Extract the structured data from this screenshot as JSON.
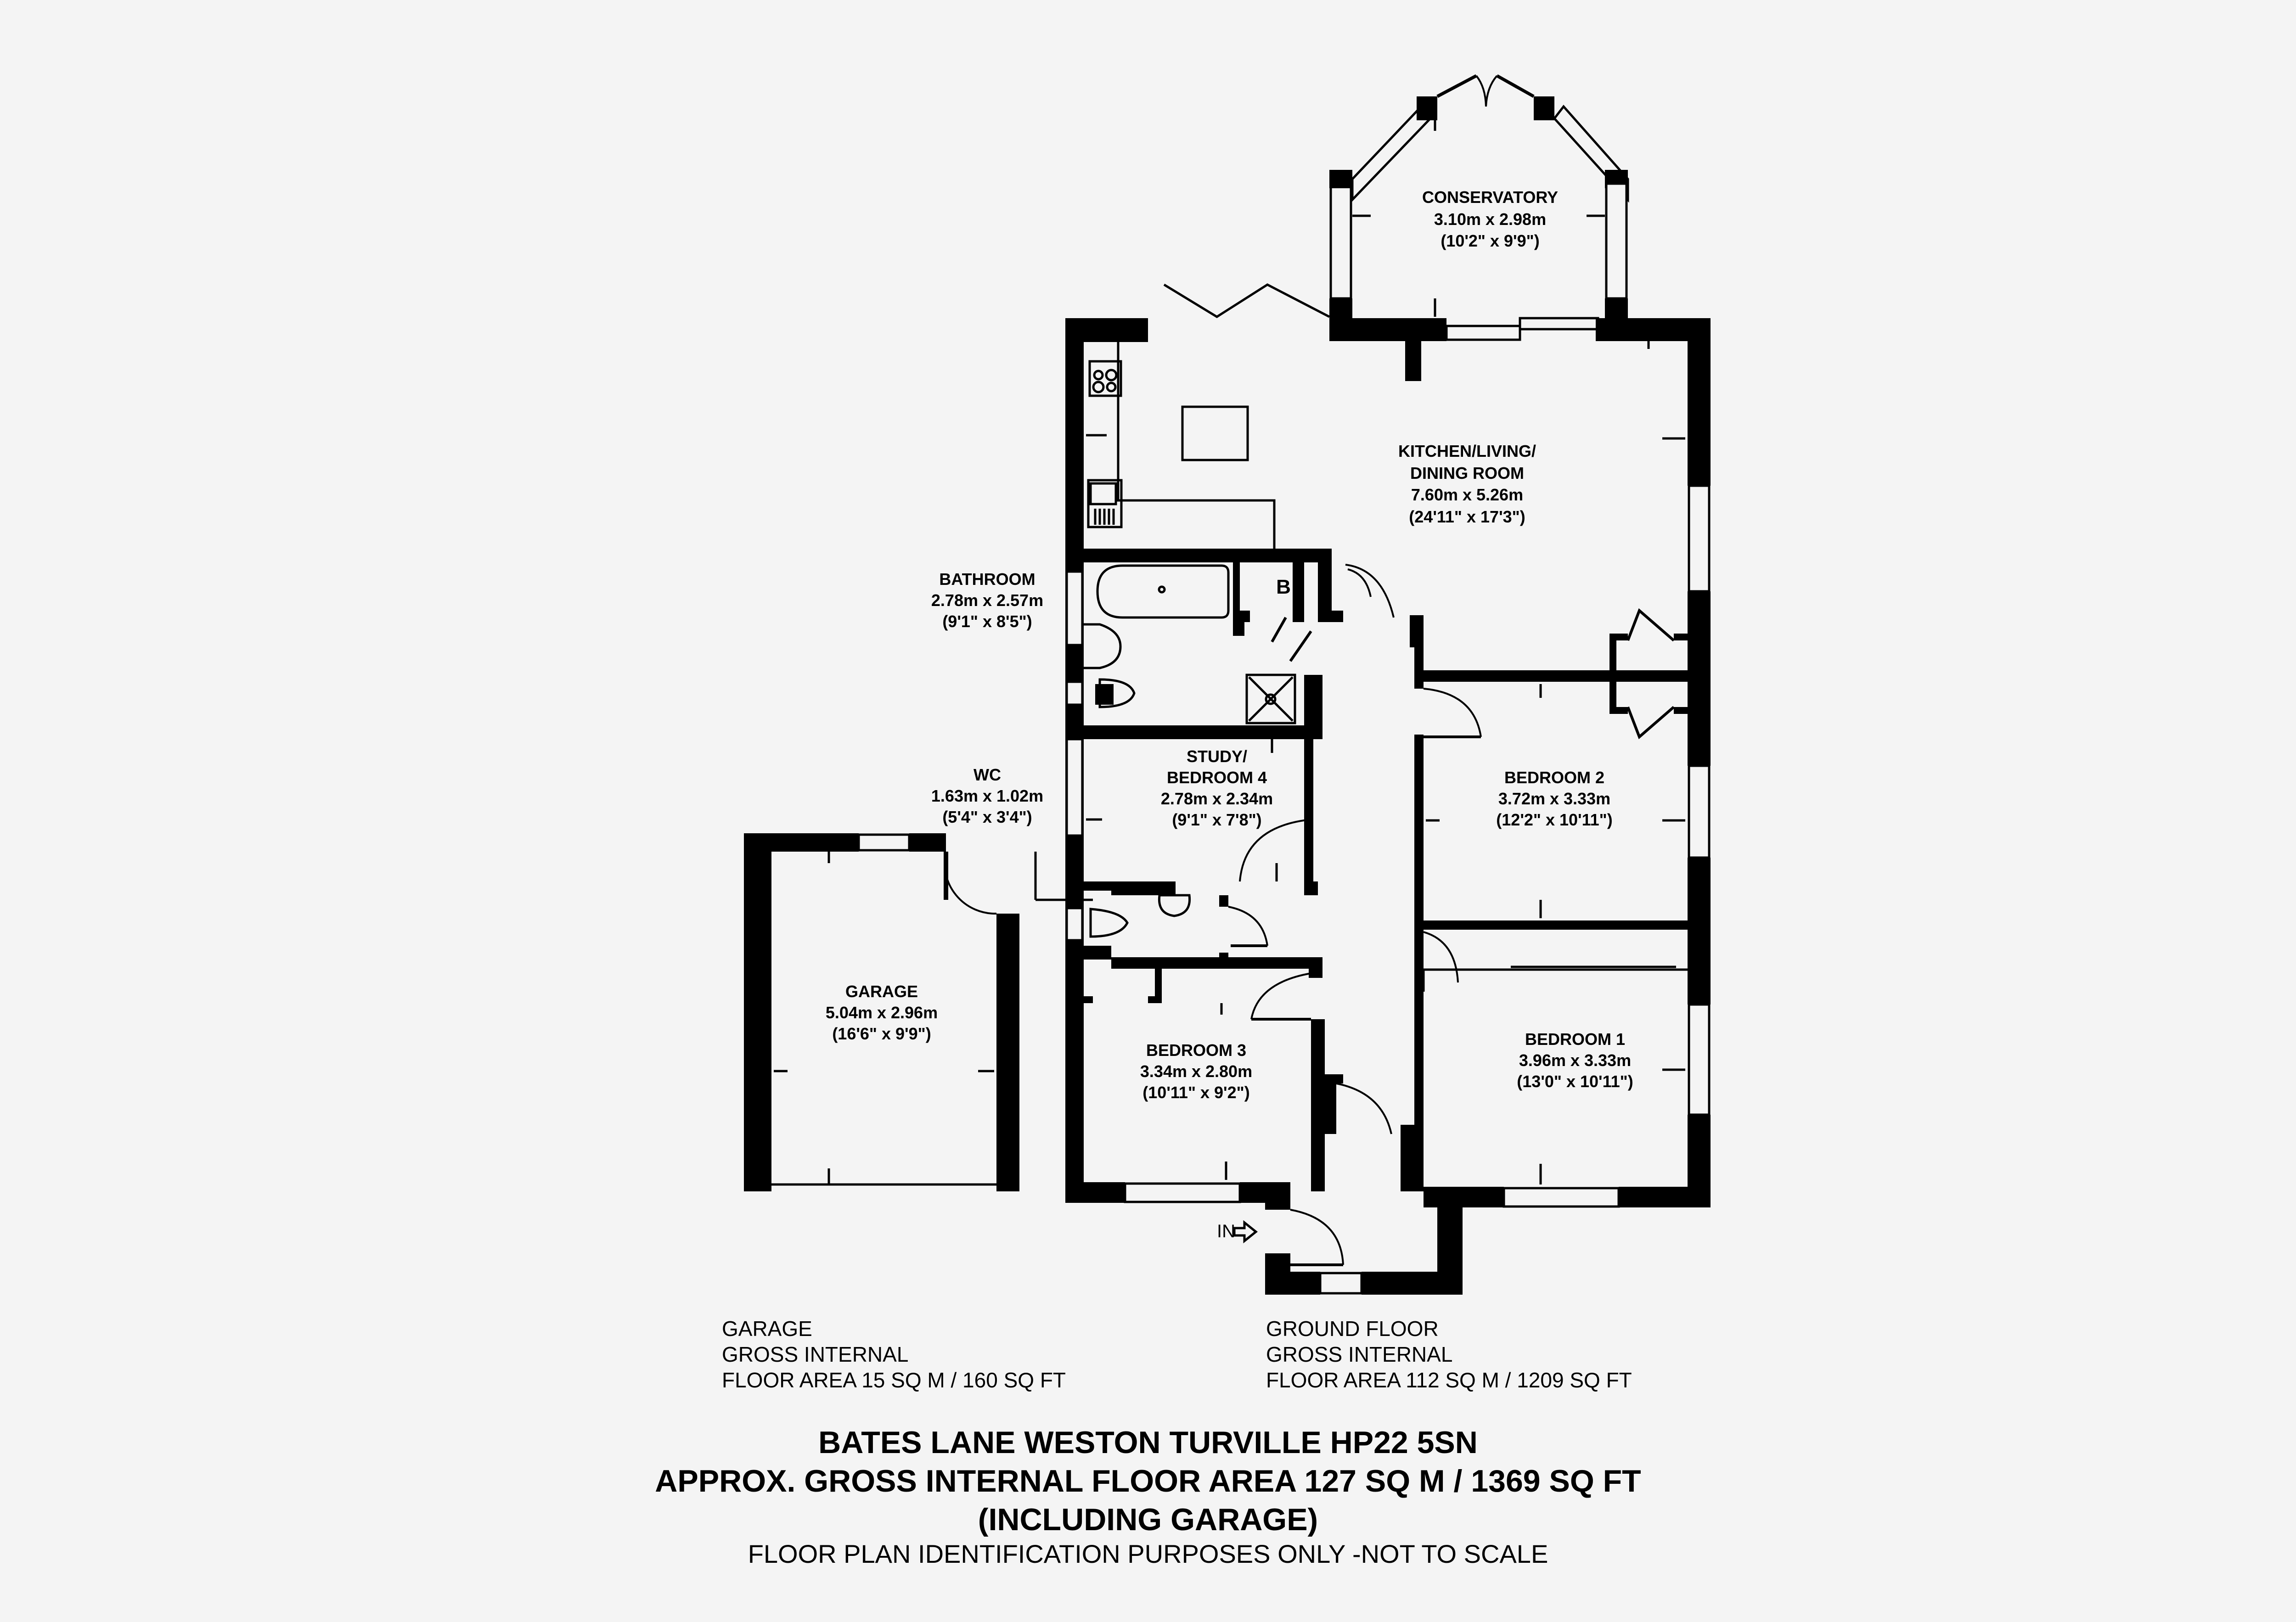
{
  "property": {
    "address": "BATES LANE WESTON TURVILLE HP22 5SN",
    "total_area": "APPROX. GROSS INTERNAL FLOOR AREA 127 SQ M / 1369 SQ FT",
    "including": "(INCLUDING GARAGE)",
    "disclaimer": "FLOOR PLAN IDENTIFICATION PURPOSES ONLY -NOT TO SCALE"
  },
  "areas": {
    "garage": {
      "line1": "GARAGE",
      "line2": "GROSS INTERNAL",
      "line3": "FLOOR AREA 15 SQ M / 160 SQ FT"
    },
    "ground_floor": {
      "line1": "GROUND FLOOR",
      "line2": "GROSS INTERNAL",
      "line3": "FLOOR AREA 112 SQ M / 1209 SQ FT"
    }
  },
  "rooms": {
    "conservatory": {
      "name": "CONSERVATORY",
      "metric": "3.10m x 2.98m",
      "imperial": "(10'2\" x 9'9\")"
    },
    "kitchen": {
      "name1": "KITCHEN/LIVING/",
      "name2": "DINING ROOM",
      "metric": "7.60m x 5.26m",
      "imperial": "(24'11\" x 17'3\")"
    },
    "bathroom": {
      "name": "BATHROOM",
      "metric": "2.78m x 2.57m",
      "imperial": "(9'1\" x 8'5\")"
    },
    "boiler": {
      "label": "B"
    },
    "study": {
      "name1": "STUDY/",
      "name2": "BEDROOM 4",
      "metric": "2.78m x 2.34m",
      "imperial": "(9'1\" x 7'8\")"
    },
    "wc": {
      "name": "WC",
      "metric": "1.63m x 1.02m",
      "imperial": "(5'4\" x 3'4\")"
    },
    "bedroom2": {
      "name": "BEDROOM 2",
      "metric": "3.72m x 3.33m",
      "imperial": "(12'2\" x 10'11\")"
    },
    "bedroom1": {
      "name": "BEDROOM 1",
      "metric": "3.96m x 3.33m",
      "imperial": "(13'0\" x 10'11\")"
    },
    "bedroom3": {
      "name": "BEDROOM 3",
      "metric": "3.34m x 2.80m",
      "imperial": "(10'11\" x 9'2\")"
    },
    "garage": {
      "name": "GARAGE",
      "metric": "5.04m x 2.96m",
      "imperial": "(16'6\" x 9'9\")"
    }
  },
  "entrance": {
    "label": "IN"
  },
  "colors": {
    "background": "#f4f4f4",
    "walls": "#000000"
  }
}
